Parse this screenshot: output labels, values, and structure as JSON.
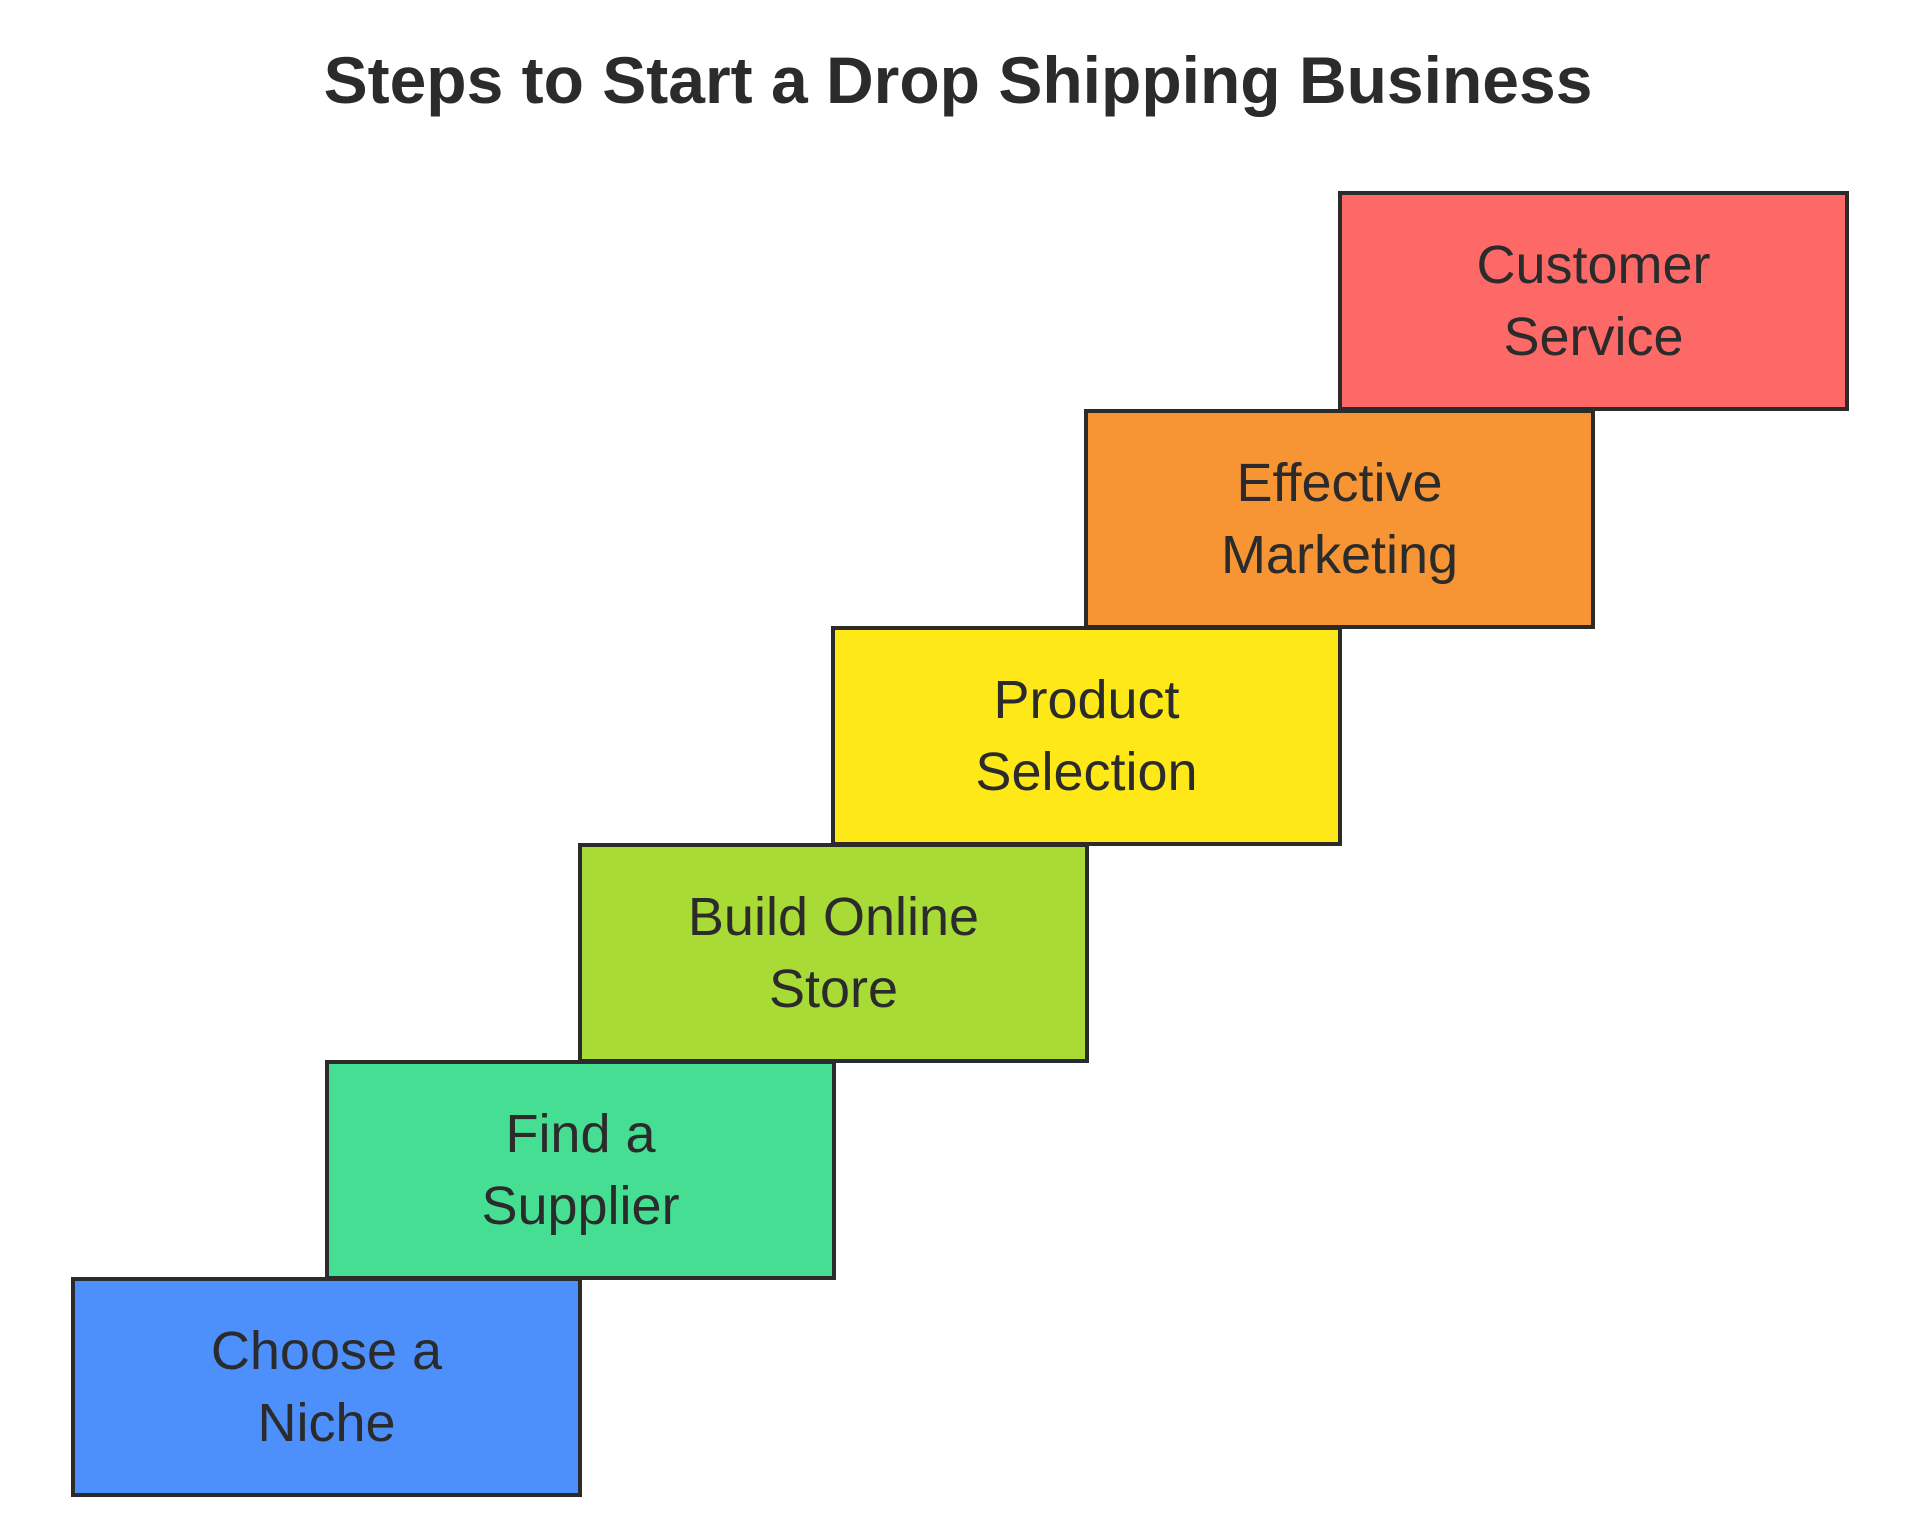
{
  "title": "Steps to Start a Drop Shipping Business",
  "steps": [
    {
      "label": "Choose a Niche",
      "color": "#4d8ffb"
    },
    {
      "label": "Find a Supplier",
      "color": "#45de92"
    },
    {
      "label": "Build Online Store",
      "color": "#a8db35"
    },
    {
      "label": "Product Selection",
      "color": "#ffe817"
    },
    {
      "label": "Effective Marketing",
      "color": "#f79535"
    },
    {
      "label": "Customer Service",
      "color": "#fd6966"
    }
  ]
}
